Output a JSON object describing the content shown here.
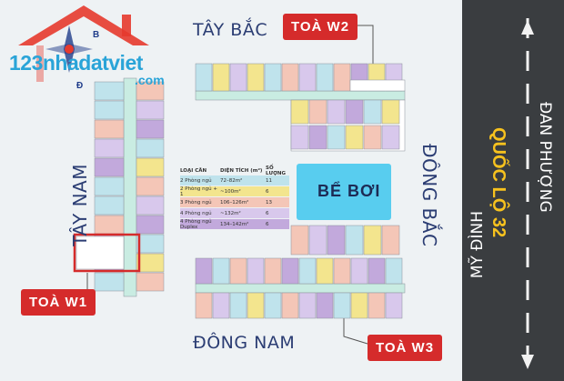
{
  "directions": {
    "north_west": "TÂY BẮC",
    "south_west": "TÂY NAM",
    "north_east": "ĐÔNG BẮC",
    "south_east": "ĐÔNG NAM"
  },
  "towers": {
    "w1": "TOÀ W1",
    "w2": "TOÀ W2",
    "w3": "TOÀ W3"
  },
  "pool": "BỂ BƠI",
  "road": {
    "name": "QUỐC LỘ 32",
    "top_direction": "ĐAN PHƯỢNG",
    "bottom_direction": "MỸ ĐÌNH"
  },
  "watermark": {
    "brand": "123nhadatviet",
    "tld": ".com",
    "compass_b": "B",
    "compass_d": "Đ"
  },
  "legend": {
    "headers": [
      "LOẠI CĂN",
      "DIỆN TÍCH (m²)",
      "SỐ LƯỢNG"
    ],
    "rows": [
      {
        "type": "2 Phòng ngủ",
        "area": "72–82m²",
        "count": "11",
        "color": "#bfe3ec"
      },
      {
        "type": "2 Phòng ngủ + 1",
        "area": "~100m²",
        "count": "6",
        "color": "#f3e58e"
      },
      {
        "type": "3 Phòng ngủ",
        "area": "106–126m²",
        "count": "13",
        "color": "#f4c6b7"
      },
      {
        "type": "4 Phòng ngủ",
        "area": "~132m²",
        "count": "6",
        "color": "#d8c8ec"
      },
      {
        "type": "4 Phòng ngủ Duplex",
        "area": "134–142m²",
        "count": "6",
        "color": "#c2a9dc"
      }
    ]
  },
  "colors": {
    "background": "#eef2f4",
    "pool": "#58cdef",
    "corridor": "#c9ece2",
    "tower_label": "#d52b2b",
    "highlight": "#d52b2b",
    "road": "#3a3d40"
  }
}
